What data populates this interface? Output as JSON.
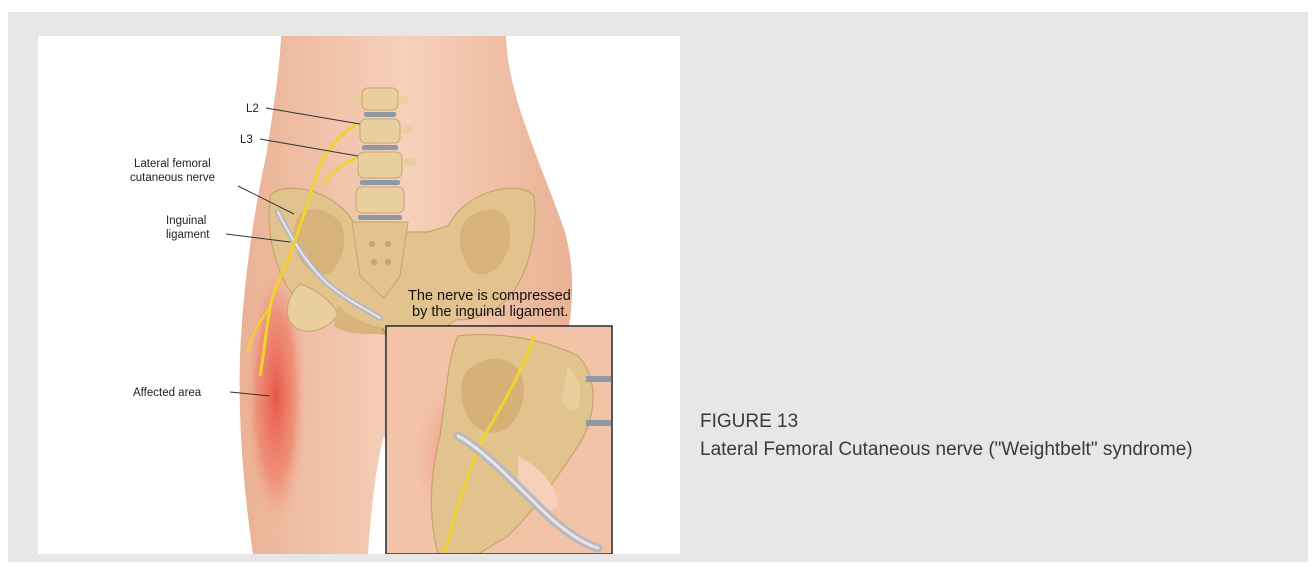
{
  "figure": {
    "labels": {
      "l2": "L2",
      "l3": "L3",
      "lfcn_line1": "Lateral femoral",
      "lfcn_line2": "cutaneous nerve",
      "inguinal_line1": "Inguinal",
      "inguinal_line2": "ligament",
      "affected": "Affected area",
      "inset_line1": "The nerve is compressed",
      "inset_line2": "by the inguinal ligament."
    }
  },
  "caption": {
    "number": "FIGURE 13",
    "text": "Lateral Femoral Cutaneous nerve (\"Weightbelt\" syndrome)"
  },
  "colors": {
    "panel_background": "#e7e7e7",
    "skin": "#f3c3a8",
    "bone": "#e2c38e",
    "nerve": "#f2d22c",
    "ligament": "#b9b9bd",
    "affected_area": "#e8453a"
  }
}
